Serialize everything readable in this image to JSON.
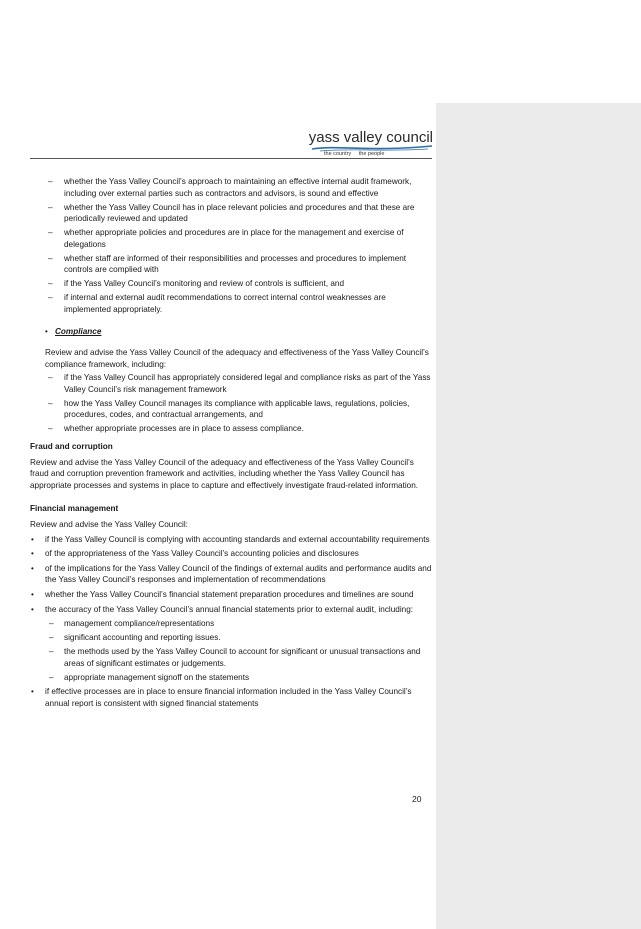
{
  "header": {
    "logo_title": "yass valley council",
    "logo_tag_left": "the country",
    "logo_tag_right": "the people"
  },
  "control_items": [
    "whether the Yass Valley Council’s approach to maintaining an effective internal audit framework, including over external parties such as contractors and advisors, is sound and effective",
    "whether the Yass Valley Council has in place relevant policies and procedures and that these are periodically reviewed and updated",
    "whether appropriate policies and procedures are in place for the management and exercise of delegations",
    "whether staff are informed of their responsibilities and processes and procedures to implement controls are complied with",
    "if the Yass Valley Council’s monitoring and review of controls is sufficient, and",
    "if internal and external audit recommendations to correct internal control weaknesses are implemented appropriately."
  ],
  "compliance": {
    "title": "Compliance",
    "intro": "Review and advise the Yass Valley Council of the adequacy and effectiveness of the Yass Valley Council’s compliance framework, including:",
    "items": [
      "if the Yass Valley Council has appropriately considered legal and compliance risks as part of the Yass Valley Council’s risk management framework",
      "how the Yass Valley Council manages its compliance with applicable laws, regulations, policies, procedures, codes, and contractual arrangements, and",
      "whether appropriate processes are in place to assess compliance."
    ]
  },
  "fraud": {
    "title": "Fraud and corruption",
    "body": "Review and advise the Yass Valley Council of the adequacy and effectiveness of the Yass Valley Council’s fraud and corruption prevention framework and activities, including whether the Yass Valley Council has appropriate processes and systems in place to capture and effectively investigate fraud-related information."
  },
  "financial": {
    "title": "Financial management",
    "intro": "Review and advise the Yass Valley Council:",
    "items": [
      "if the Yass Valley Council is complying with accounting standards and external accountability requirements",
      "of the appropriateness of the Yass Valley Council’s accounting policies and disclosures",
      "of the implications for the Yass Valley Council of the findings of external audits and performance audits and the Yass Valley Council’s responses and implementation of recommendations",
      "whether the Yass Valley Council’s financial statement preparation procedures and timelines are sound",
      "the accuracy of the Yass Valley Council’s annual financial statements prior to external audit, including:"
    ],
    "sub_items": [
      "management compliance/representations",
      "significant accounting and reporting issues.",
      "the methods used by the Yass Valley Council to account for significant or unusual transactions and areas of significant estimates or judgements.",
      "appropriate management signoff on the statements"
    ],
    "last_item": "if effective processes are in place to ensure financial information included in the Yass Valley Council’s annual report is consistent with signed financial statements"
  },
  "page_number": "20",
  "colors": {
    "comment_pane": "#ebebeb",
    "logo_wave": "#2f6fa8"
  }
}
